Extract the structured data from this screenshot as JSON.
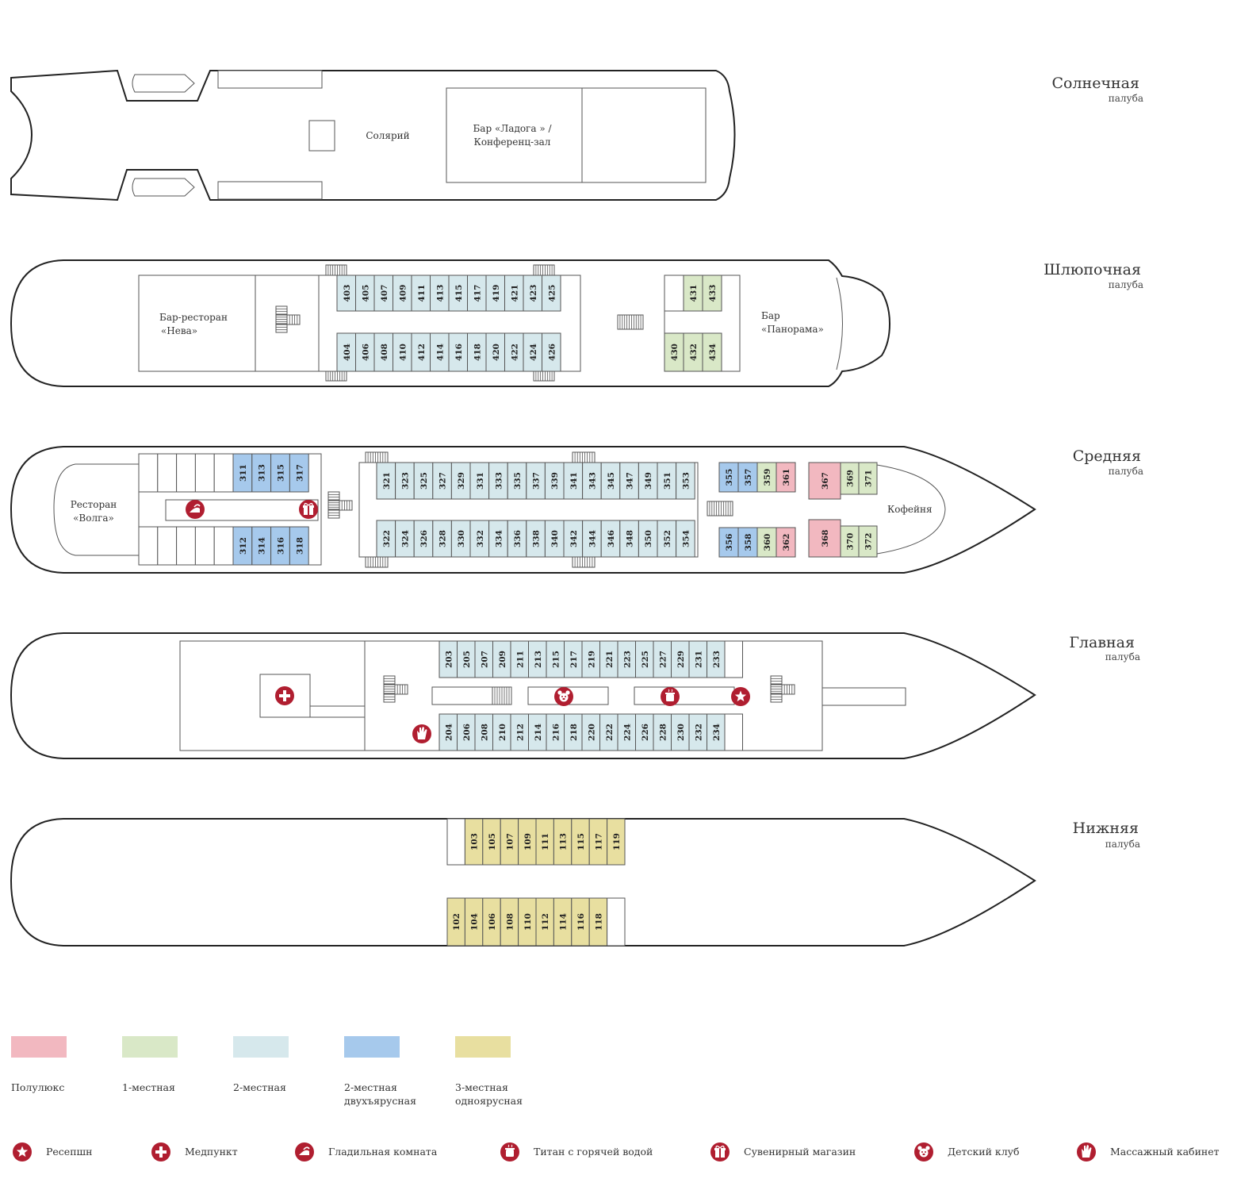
{
  "colors": {
    "semi_lux": "#f2b8c0",
    "single": "#d9e8c7",
    "double": "#d6e8ec",
    "double_bunk": "#a6c9ec",
    "triple": "#e8dfa0",
    "empty": "#ffffff",
    "icon": "#b01e30"
  },
  "decks": {
    "sun": {
      "name": "Солнечная",
      "sub": "палуба"
    },
    "boat": {
      "name": "Шлюпочная",
      "sub": "палуба"
    },
    "middle": {
      "name": "Средняя",
      "sub": "палуба"
    },
    "main": {
      "name": "Главная",
      "sub": "палуба"
    },
    "lower": {
      "name": "Нижняя",
      "sub": "палуба"
    }
  },
  "rooms": {
    "solarium": "Солярий",
    "bar_ladoga_1": "Бар «Ладога » /",
    "bar_ladoga_2": "Конференц-зал",
    "neva_1": "Бар-ресторан",
    "neva_2": "«Нева»",
    "panorama_1": "Бар",
    "panorama_2": "«Панорама»",
    "volga_1": "Ресторан",
    "volga_2": "«Волга»",
    "coffee": "Кофейня"
  },
  "cabins": {
    "boat_top": [
      [
        "403",
        "double"
      ],
      [
        "405",
        "double"
      ],
      [
        "407",
        "double"
      ],
      [
        "409",
        "double"
      ],
      [
        "411",
        "double"
      ],
      [
        "413",
        "double"
      ],
      [
        "415",
        "double"
      ],
      [
        "417",
        "double"
      ],
      [
        "419",
        "double"
      ],
      [
        "421",
        "double"
      ],
      [
        "423",
        "double"
      ],
      [
        "425",
        "double"
      ]
    ],
    "boat_bottom": [
      [
        "404",
        "double"
      ],
      [
        "406",
        "double"
      ],
      [
        "408",
        "double"
      ],
      [
        "410",
        "double"
      ],
      [
        "412",
        "double"
      ],
      [
        "414",
        "double"
      ],
      [
        "416",
        "double"
      ],
      [
        "418",
        "double"
      ],
      [
        "420",
        "double"
      ],
      [
        "422",
        "double"
      ],
      [
        "424",
        "double"
      ],
      [
        "426",
        "double"
      ]
    ],
    "boat_aft_top": [
      [
        "",
        "empty"
      ],
      [
        "431",
        "single"
      ],
      [
        "433",
        "single"
      ]
    ],
    "boat_aft_bottom": [
      [
        "430",
        "single"
      ],
      [
        "432",
        "single"
      ],
      [
        "434",
        "single"
      ]
    ],
    "mid_fore_top": [
      [
        "",
        "empty"
      ],
      [
        "",
        "empty"
      ],
      [
        "",
        "empty"
      ],
      [
        "",
        "empty"
      ],
      [
        "",
        "empty"
      ],
      [
        "311",
        "double_bunk"
      ],
      [
        "313",
        "double_bunk"
      ],
      [
        "315",
        "double_bunk"
      ],
      [
        "317",
        "double_bunk"
      ]
    ],
    "mid_fore_bottom": [
      [
        "",
        "empty"
      ],
      [
        "",
        "empty"
      ],
      [
        "",
        "empty"
      ],
      [
        "",
        "empty"
      ],
      [
        "",
        "empty"
      ],
      [
        "312",
        "double_bunk"
      ],
      [
        "314",
        "double_bunk"
      ],
      [
        "316",
        "double_bunk"
      ],
      [
        "318",
        "double_bunk"
      ]
    ],
    "mid_center_top": [
      [
        "321",
        "double"
      ],
      [
        "323",
        "double"
      ],
      [
        "325",
        "double"
      ],
      [
        "327",
        "double"
      ],
      [
        "329",
        "double"
      ],
      [
        "331",
        "double"
      ],
      [
        "333",
        "double"
      ],
      [
        "335",
        "double"
      ],
      [
        "337",
        "double"
      ],
      [
        "339",
        "double"
      ],
      [
        "341",
        "double"
      ],
      [
        "343",
        "double"
      ],
      [
        "345",
        "double"
      ],
      [
        "347",
        "double"
      ],
      [
        "349",
        "double"
      ],
      [
        "351",
        "double"
      ],
      [
        "353",
        "double"
      ]
    ],
    "mid_center_bottom": [
      [
        "322",
        "double"
      ],
      [
        "324",
        "double"
      ],
      [
        "326",
        "double"
      ],
      [
        "328",
        "double"
      ],
      [
        "330",
        "double"
      ],
      [
        "332",
        "double"
      ],
      [
        "334",
        "double"
      ],
      [
        "336",
        "double"
      ],
      [
        "338",
        "double"
      ],
      [
        "340",
        "double"
      ],
      [
        "342",
        "double"
      ],
      [
        "344",
        "double"
      ],
      [
        "346",
        "double"
      ],
      [
        "348",
        "double"
      ],
      [
        "350",
        "double"
      ],
      [
        "352",
        "double"
      ],
      [
        "354",
        "double"
      ]
    ],
    "mid_aft_top_a": [
      [
        "355",
        "double_bunk"
      ],
      [
        "357",
        "double_bunk"
      ],
      [
        "359",
        "single"
      ],
      [
        "361",
        "semi_lux"
      ]
    ],
    "mid_aft_top_367": [
      [
        "367",
        "semi_lux"
      ]
    ],
    "mid_aft_top_b": [
      [
        "369",
        "single"
      ],
      [
        "371",
        "single"
      ]
    ],
    "mid_aft_bottom_a": [
      [
        "356",
        "double_bunk"
      ],
      [
        "358",
        "double_bunk"
      ],
      [
        "360",
        "single"
      ],
      [
        "362",
        "semi_lux"
      ]
    ],
    "mid_aft_bottom_368": [
      [
        "368",
        "semi_lux"
      ]
    ],
    "mid_aft_bottom_b": [
      [
        "370",
        "single"
      ],
      [
        "372",
        "single"
      ]
    ],
    "main_top": [
      [
        "203",
        "double"
      ],
      [
        "205",
        "double"
      ],
      [
        "207",
        "double"
      ],
      [
        "209",
        "double"
      ],
      [
        "211",
        "double"
      ],
      [
        "213",
        "double"
      ],
      [
        "215",
        "double"
      ],
      [
        "217",
        "double"
      ],
      [
        "219",
        "double"
      ],
      [
        "221",
        "double"
      ],
      [
        "223",
        "double"
      ],
      [
        "225",
        "double"
      ],
      [
        "227",
        "double"
      ],
      [
        "229",
        "double"
      ],
      [
        "231",
        "double"
      ],
      [
        "233",
        "double"
      ],
      [
        "",
        "empty"
      ]
    ],
    "main_bottom": [
      [
        "204",
        "double"
      ],
      [
        "206",
        "double"
      ],
      [
        "208",
        "double"
      ],
      [
        "210",
        "double"
      ],
      [
        "212",
        "double"
      ],
      [
        "214",
        "double"
      ],
      [
        "216",
        "double"
      ],
      [
        "218",
        "double"
      ],
      [
        "220",
        "double"
      ],
      [
        "222",
        "double"
      ],
      [
        "224",
        "double"
      ],
      [
        "226",
        "double"
      ],
      [
        "228",
        "double"
      ],
      [
        "230",
        "double"
      ],
      [
        "232",
        "double"
      ],
      [
        "234",
        "double"
      ],
      [
        "",
        "empty"
      ]
    ],
    "lower_top": [
      [
        "",
        "empty"
      ],
      [
        "103",
        "triple"
      ],
      [
        "105",
        "triple"
      ],
      [
        "107",
        "triple"
      ],
      [
        "109",
        "triple"
      ],
      [
        "111",
        "triple"
      ],
      [
        "113",
        "triple"
      ],
      [
        "115",
        "triple"
      ],
      [
        "117",
        "triple"
      ],
      [
        "119",
        "triple"
      ]
    ],
    "lower_bottom": [
      [
        "102",
        "triple"
      ],
      [
        "104",
        "triple"
      ],
      [
        "106",
        "triple"
      ],
      [
        "108",
        "triple"
      ],
      [
        "110",
        "triple"
      ],
      [
        "112",
        "triple"
      ],
      [
        "114",
        "triple"
      ],
      [
        "116",
        "triple"
      ],
      [
        "118",
        "triple"
      ],
      [
        "",
        "empty"
      ]
    ]
  },
  "legend_colors": [
    {
      "key": "semi_lux",
      "label": [
        "Полулюкс"
      ]
    },
    {
      "key": "single",
      "label": [
        "1-местная"
      ]
    },
    {
      "key": "double",
      "label": [
        "2-местная"
      ]
    },
    {
      "key": "double_bunk",
      "label": [
        "2-местная",
        "двухъярусная"
      ]
    },
    {
      "key": "triple",
      "label": [
        "3-местная",
        "одноярусная"
      ]
    }
  ],
  "legend_icons": [
    {
      "icon": "star-icon",
      "label": "Ресепшн"
    },
    {
      "icon": "medical-cross-icon",
      "label": "Медпункт"
    },
    {
      "icon": "iron-icon",
      "label": "Гладильная комната"
    },
    {
      "icon": "hot-water-icon",
      "label": "Титан с горячей водой"
    },
    {
      "icon": "gift-icon",
      "label": "Сувенирный магазин"
    },
    {
      "icon": "kids-club-icon",
      "label": "Детский клуб"
    },
    {
      "icon": "massage-hand-icon",
      "label": "Массажный кабинет"
    }
  ]
}
